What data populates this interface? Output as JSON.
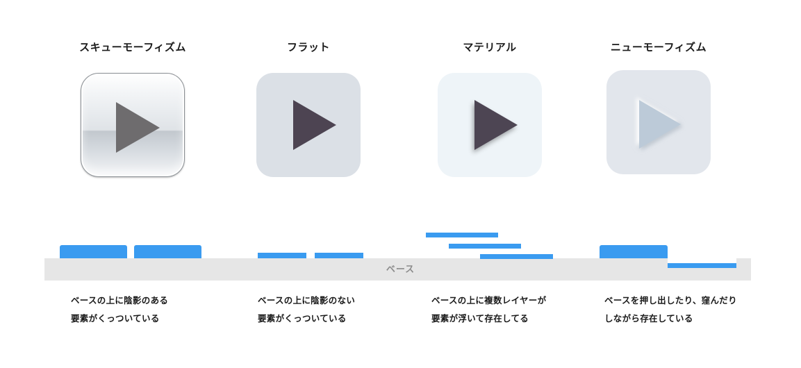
{
  "titles": {
    "skeuomorphism": "スキューモーフィズム",
    "flat": "フラット",
    "material": "マテリアル",
    "neumorphism": "ニューモーフィズム"
  },
  "base_label": "ベース",
  "descriptions": {
    "skeuomorphism": [
      "ベースの上に陰影のある",
      "要素がくっついている"
    ],
    "flat": [
      "ベースの上に陰影のない",
      "要素がくっついている"
    ],
    "material": [
      "ベースの上に複数レイヤーが",
      "要素が浮いて存在してる"
    ],
    "neumorphism": [
      "ベースを押し出したり、窪んだり",
      "しながら存在している"
    ]
  },
  "colors": {
    "accent_blue": "#3a9bf0",
    "base_gray": "#e6e6e6",
    "play_dark": "#4d4452",
    "play_skeu": "#6e6c6e",
    "play_neu": "#bccad8"
  },
  "icons": [
    "play-icon"
  ]
}
